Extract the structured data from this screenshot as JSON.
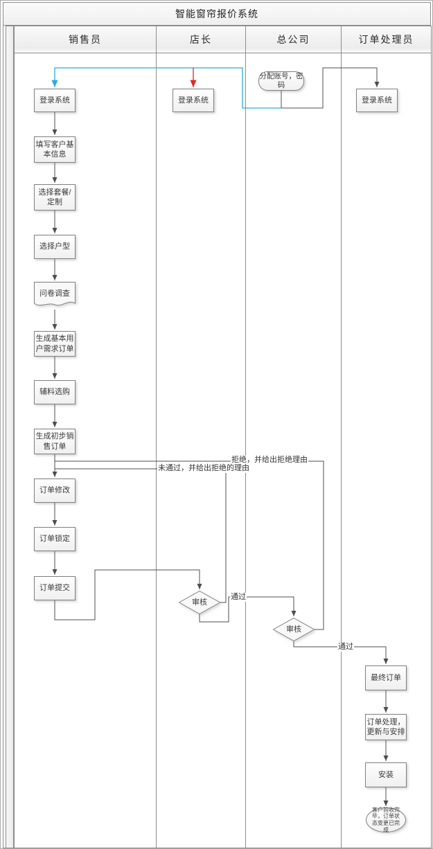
{
  "title": "智能窗帘报价系统",
  "lanes": [
    {
      "label": "销售员"
    },
    {
      "label": "店长"
    },
    {
      "label": "总公司"
    },
    {
      "label": "订单处理员"
    }
  ],
  "nodes": {
    "login_sales": {
      "label": "登录系统",
      "type": "process"
    },
    "fill_customer_info": {
      "label": "填写客户基本信息",
      "type": "process"
    },
    "choose_package": {
      "label": "选择套餐/定制",
      "type": "process"
    },
    "choose_layout": {
      "label": "选择户型",
      "type": "process"
    },
    "questionnaire": {
      "label": "问卷调查",
      "type": "document"
    },
    "gen_basic_order": {
      "label": "生成基本用户需求订单",
      "type": "process"
    },
    "accessory_purchase": {
      "label": "辅料选购",
      "type": "process"
    },
    "gen_prelim_order": {
      "label": "生成初步销售订单",
      "type": "process"
    },
    "order_modify": {
      "label": "订单修改",
      "type": "process"
    },
    "order_lock": {
      "label": "订单锁定",
      "type": "process"
    },
    "order_submit": {
      "label": "订单提交",
      "type": "process"
    },
    "login_manager": {
      "label": "登录系统",
      "type": "process"
    },
    "audit_manager": {
      "label": "审核",
      "type": "decision"
    },
    "assign_account": {
      "label": "分配账号，密码",
      "type": "start"
    },
    "audit_hq": {
      "label": "审核",
      "type": "decision"
    },
    "login_processor": {
      "label": "登录系统",
      "type": "process"
    },
    "final_order": {
      "label": "最终订单",
      "type": "process"
    },
    "order_processing": {
      "label": "订单处理，更新与安排",
      "type": "process"
    },
    "install": {
      "label": "安装",
      "type": "process"
    },
    "done": {
      "label": "客户验收完毕，订单状态变更已完成",
      "type": "terminator"
    }
  },
  "edge_labels": {
    "hq_reject": "拒绝，并给出拒绝理由",
    "manager_reject": "未通过，并给出拒绝的理由",
    "manager_pass": "通过",
    "hq_pass": "通过"
  },
  "colors": {
    "line": "#4d4d4d",
    "branch_blue": "#29abe2",
    "branch_red": "#e3261d",
    "node_border": "#7f7f7f"
  }
}
